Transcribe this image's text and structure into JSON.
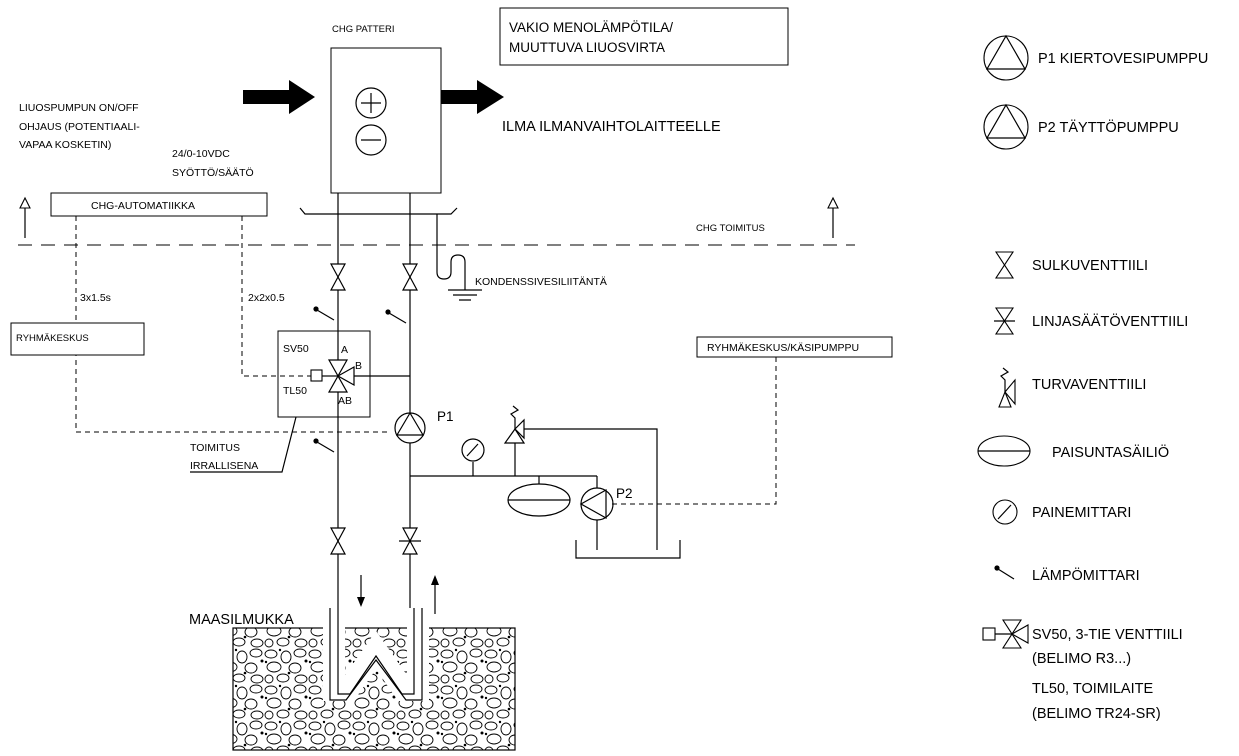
{
  "labels": {
    "chg_patteri": "CHG PATTERI",
    "mode_line1": "VAKIO MENOLÄMPÖTILA/",
    "mode_line2": "MUUTTUVA LIUOSVIRTA",
    "pump_ctrl_line1": "LIUOSPUMPUN ON/OFF",
    "pump_ctrl_line2": "OHJAUS (POTENTIAALI-",
    "pump_ctrl_line3": "VAPAA KOSKETIN)",
    "vdc_line1": "24/0-10VDC",
    "vdc_line2": "SYÖTTÖ/SÄÄTÖ",
    "air_to_unit": "ILMA ILMANVAIHTOLAITTEELLE",
    "chg_automation": "CHG-AUTOMATIIKKA",
    "chg_delivery": "CHG TOIMITUS",
    "condensate": "KONDENSSIVESILIITÄNTÄ",
    "cable_3x15": "3x1.5s",
    "cable_2x2x05": "2x2x0.5",
    "group_center": "RYHMÄKESKUS",
    "group_center_handpump": "RYHMÄKESKUS/KÄSIPUMPPU",
    "sv50": "SV50",
    "tl50": "TL50",
    "port_a": "A",
    "port_b": "B",
    "port_ab": "AB",
    "p1": "P1",
    "p2": "P2",
    "delivery_loose_line1": "TOIMITUS",
    "delivery_loose_line2": "IRRALLISENA",
    "ground_loop": "MAASILMUKKA"
  },
  "legend": [
    {
      "icon": "circulation-pump-icon",
      "label": "P1   KIERTOVESIPUMPPU"
    },
    {
      "icon": "fill-pump-icon",
      "label": "P2   TÄYTTÖPUMPPU"
    },
    {
      "icon": "shutoff-valve-icon",
      "label": "SULKUVENTTIILI"
    },
    {
      "icon": "balancing-valve-icon",
      "label": "LINJASÄÄTÖVENTTIILI"
    },
    {
      "icon": "safety-valve-icon",
      "label": "TURVAVENTTIILI"
    },
    {
      "icon": "expansion-tank-icon",
      "label": "PAISUNTASÄILIÖ"
    },
    {
      "icon": "pressure-gauge-icon",
      "label": "PAINEMITTARI"
    },
    {
      "icon": "thermometer-icon",
      "label": "LÄMPÖMITTARI"
    },
    {
      "icon": "three-way-valve-icon",
      "label": "SV50, 3-TIE VENTTIILI"
    }
  ],
  "legend_notes": {
    "sv50_model": "(BELIMO R3...)",
    "tl50_name": "TL50, TOIMILAITE",
    "tl50_model": "(BELIMO TR24-SR)"
  }
}
